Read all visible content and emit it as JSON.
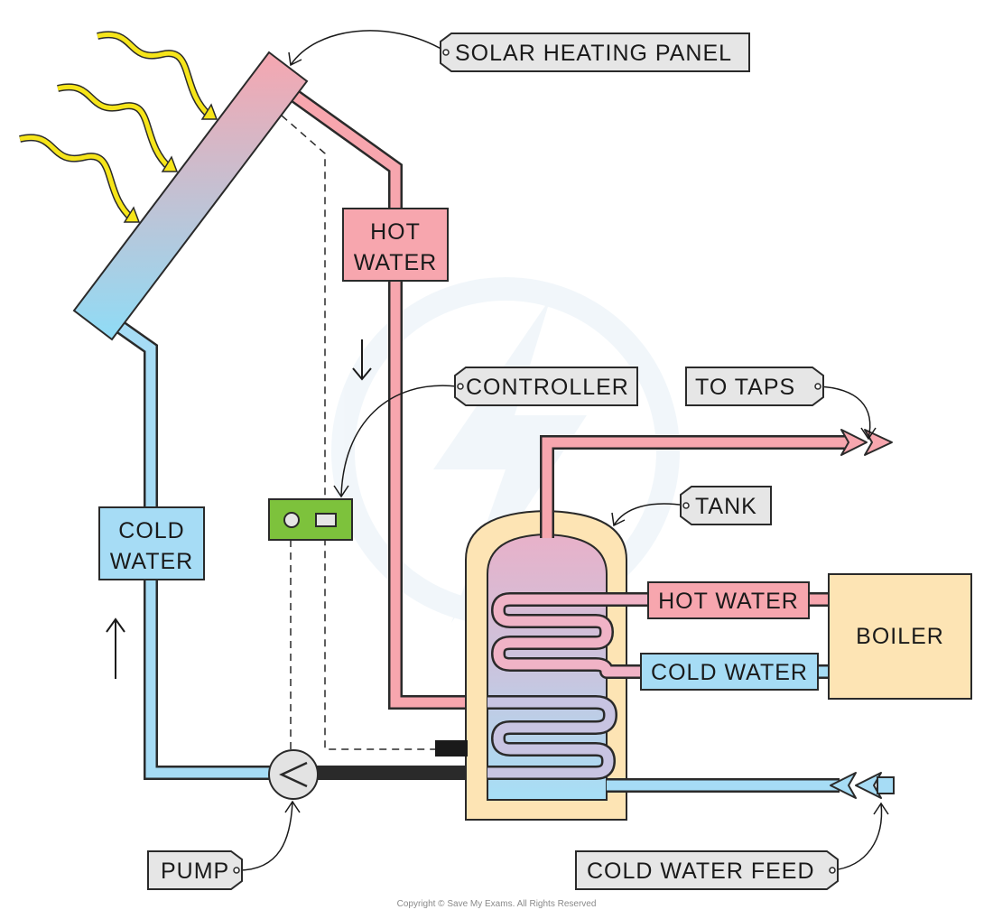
{
  "labels": {
    "solar_panel": "SOLAR HEATING PANEL",
    "hot_water_riser_line1": "HOT",
    "hot_water_riser_line2": "WATER",
    "cold_water_return_line1": "COLD",
    "cold_water_return_line2": "WATER",
    "controller": "CONTROLLER",
    "to_taps": "TO TAPS",
    "tank": "TANK",
    "boiler_hot": "HOT WATER",
    "boiler_cold": "COLD WATER",
    "boiler": "BOILER",
    "pump": "PUMP",
    "cold_feed": "COLD WATER FEED",
    "copyright": "Copyright © Save My Exams. All Rights Reserved"
  },
  "colors": {
    "hot_pipe": "#f7a6ae",
    "cold_pipe": "#a6dcf5",
    "tank_outer": "#fde4b4",
    "boiler": "#fde4b4",
    "controller": "#7dc23c",
    "sun_ray": "#f6e51a",
    "label_tag": "#e6e6e6",
    "hot_label_box": "#f7a6ae",
    "cold_label_box": "#a6dcf5"
  },
  "icons": {
    "rays": "sun-ray-icon",
    "pump": "pump-icon",
    "sensor": "temperature-sensor-icon",
    "flow_down": "flow-down-arrow-icon",
    "flow_up": "flow-up-arrow-icon"
  }
}
